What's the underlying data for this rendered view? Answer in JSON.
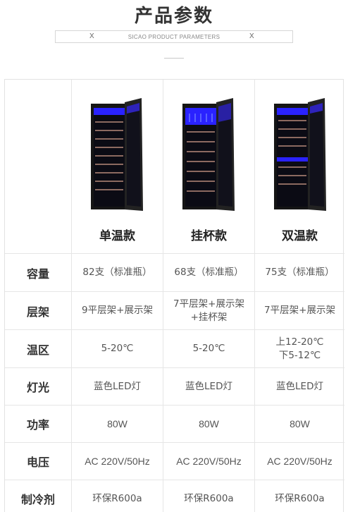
{
  "header": {
    "title": "产品参数",
    "subtitle": "SICAO PRODUCT PARAMETERS",
    "mark_left": "X",
    "mark_right": "X"
  },
  "products": [
    {
      "name": "单温款",
      "image": "wine-cabinet-single-zone"
    },
    {
      "name": "挂杯款",
      "image": "wine-cabinet-glass-rack"
    },
    {
      "name": "双温款",
      "image": "wine-cabinet-dual-zone"
    }
  ],
  "rows": [
    {
      "label": "容量",
      "values": [
        "82支（标准瓶）",
        "68支（标准瓶）",
        "75支（标准瓶）"
      ]
    },
    {
      "label": "层架",
      "values": [
        "9平层架+展示架",
        "7平层架+展示架\n+挂杯架",
        "7平层架+展示架"
      ]
    },
    {
      "label": "温区",
      "values": [
        "5-20℃",
        "5-20℃",
        "上12-20℃\n下5-12℃"
      ]
    },
    {
      "label": "灯光",
      "values": [
        "蓝色LED灯",
        "蓝色LED灯",
        "蓝色LED灯"
      ]
    },
    {
      "label": "功率",
      "values": [
        "80W",
        "80W",
        "80W"
      ]
    },
    {
      "label": "电压",
      "values": [
        "AC 220V/50Hz",
        "AC 220V/50Hz",
        "AC 220V/50Hz"
      ]
    },
    {
      "label": "制冷剂",
      "values": [
        "环保R600a",
        "环保R600a",
        "环保R600a"
      ]
    }
  ],
  "colors": {
    "led": "#3a2bff",
    "cabinet": "#1a1a1a",
    "shelf": "#c79a8a"
  }
}
